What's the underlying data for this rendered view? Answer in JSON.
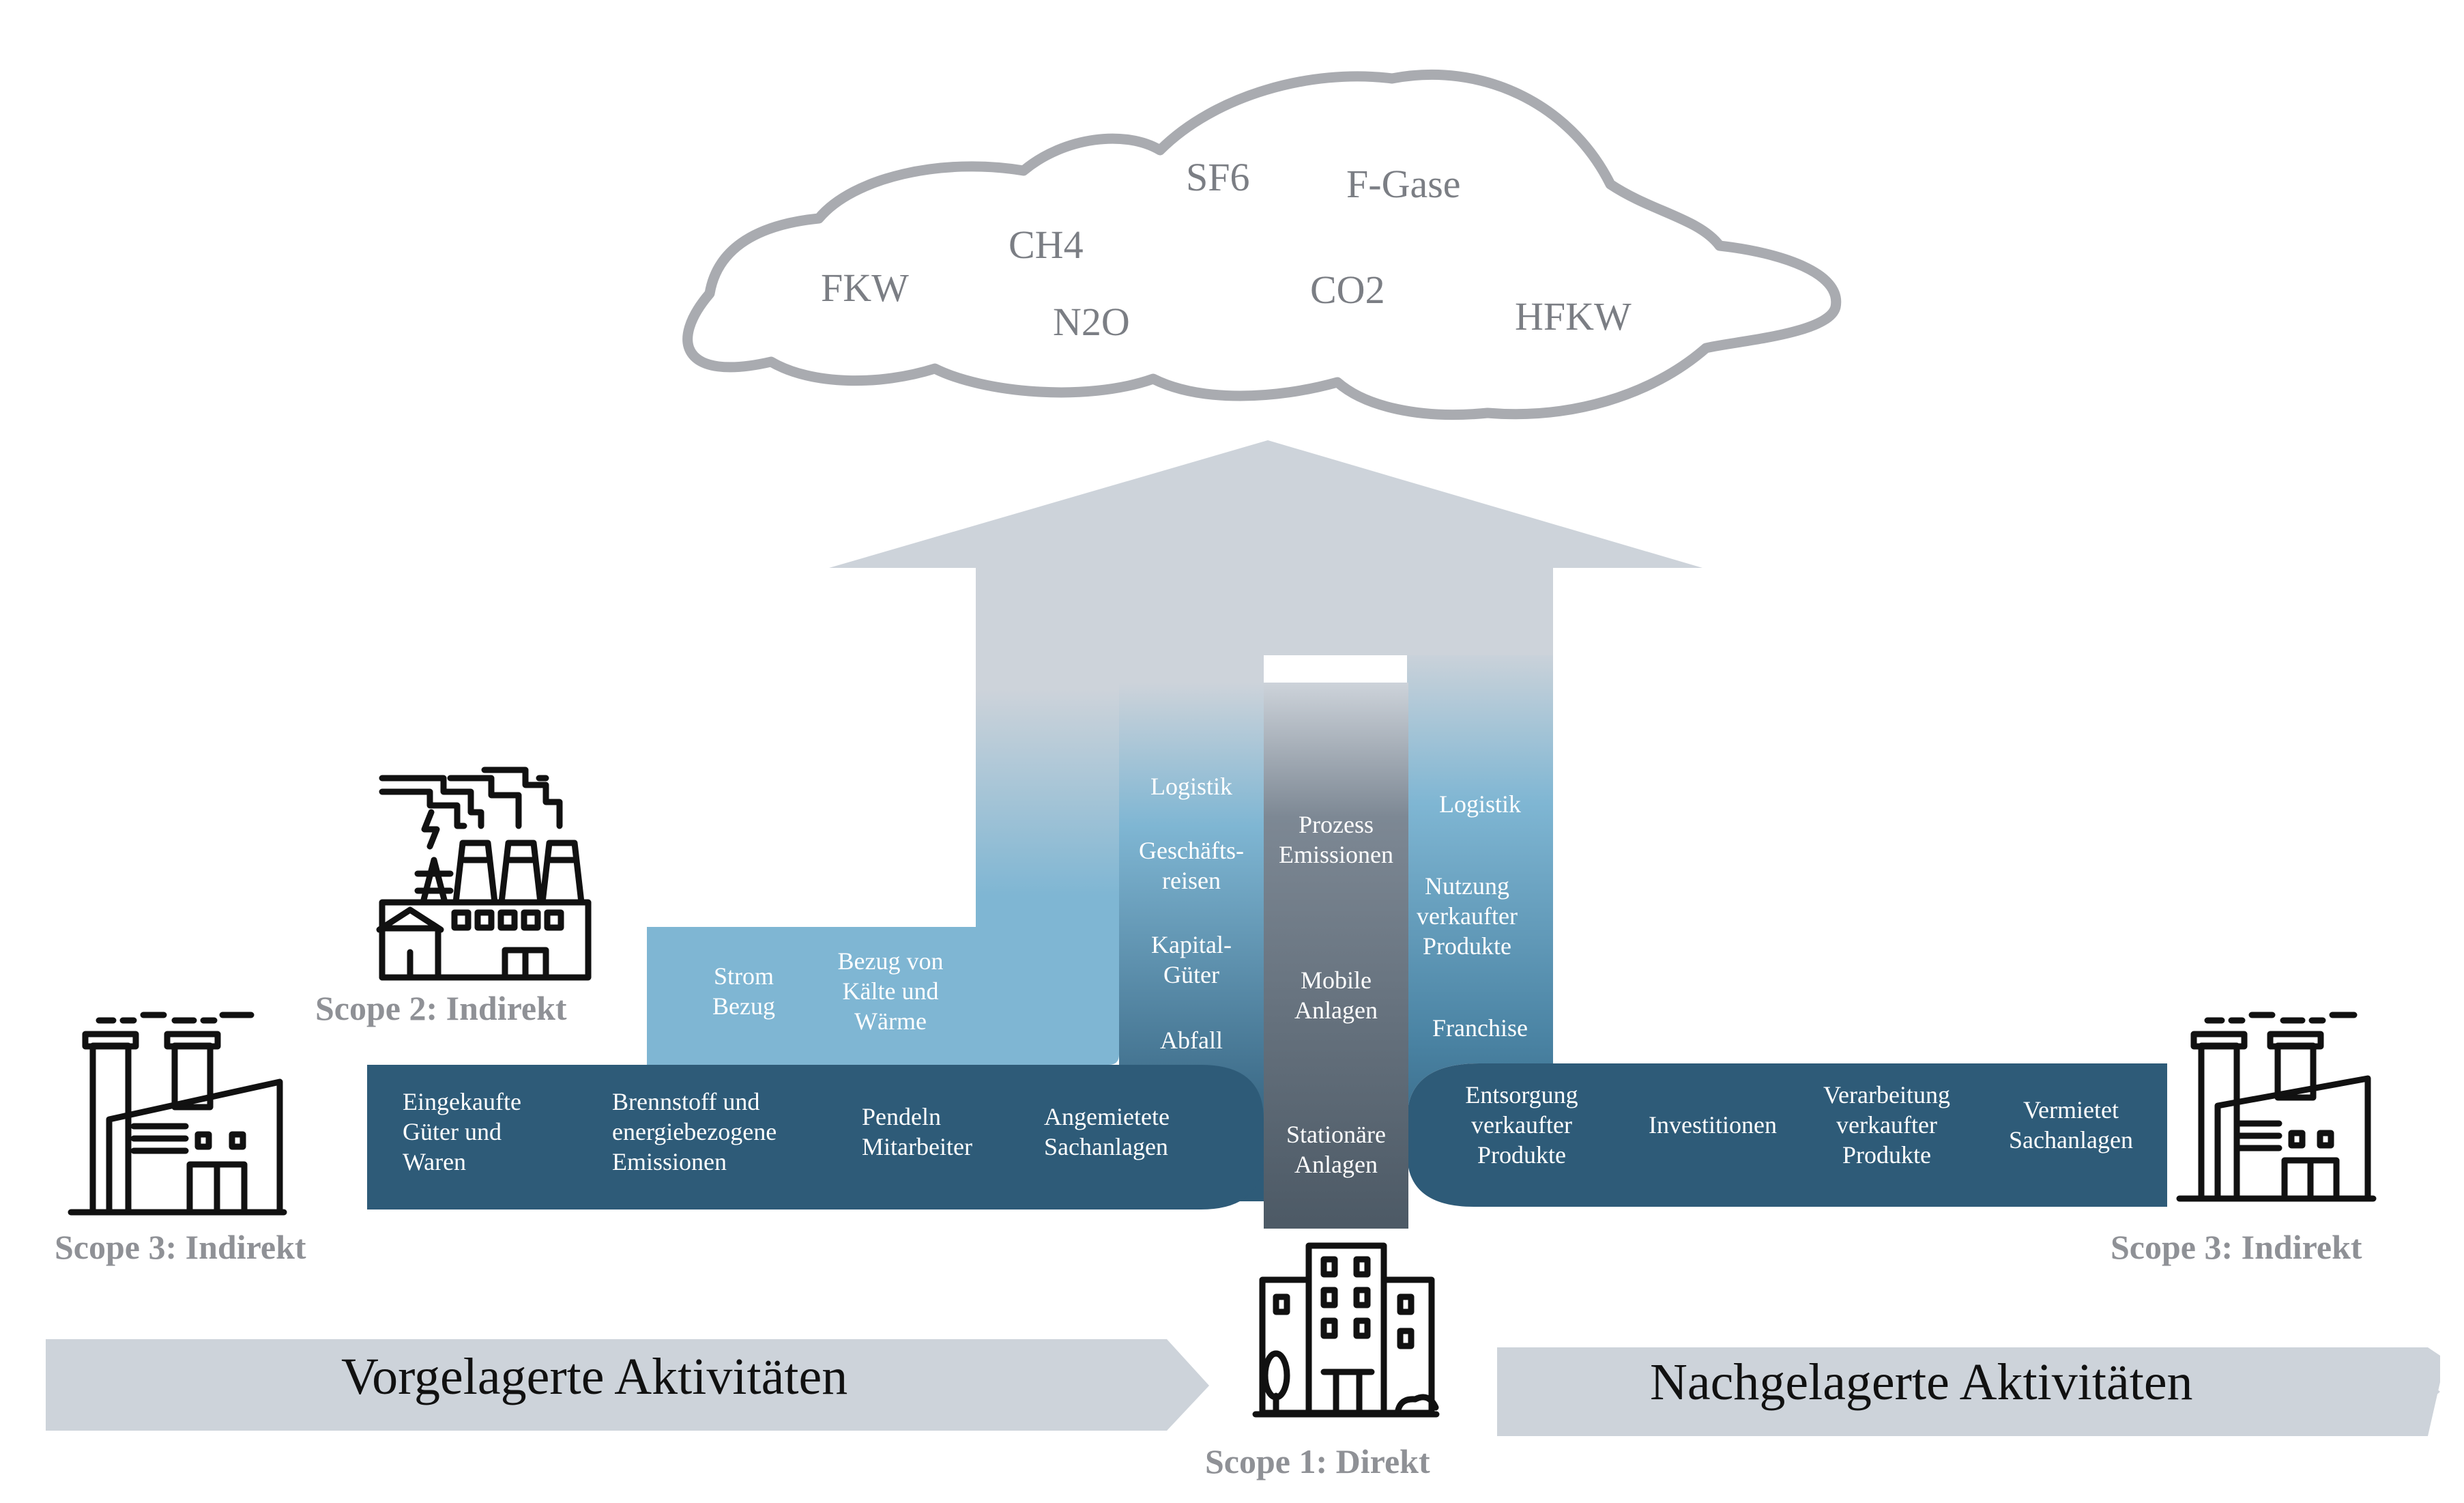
{
  "cloud": {
    "gases": [
      "FKW",
      "CH4",
      "N2O",
      "SF6",
      "F-Gase",
      "CO2",
      "HFKW"
    ]
  },
  "scope2": {
    "title": "Scope 2: Indirekt",
    "items": [
      "Strom\nBezug",
      "Bezug von\nKälte und\nWärme"
    ]
  },
  "scope3_left": {
    "title": "Scope 3: Indirekt",
    "items": [
      "Eingekaufte\nGüter und\nWaren",
      "Brennstoff und\nenergiebezogene\nEmissionen",
      "Pendeln\nMitarbeiter",
      "Angemietete\nSachanlagen"
    ],
    "column": [
      "Logistik",
      "Geschäfts-\nreisen",
      "Kapital-\nGüter",
      "Abfall"
    ]
  },
  "scope1": {
    "title": "Scope 1: Direkt",
    "items": [
      "Prozess\nEmissionen",
      "Mobile\nAnlagen",
      "Stationäre\nAnlagen"
    ]
  },
  "scope3_right": {
    "title": "Scope 3: Indirekt",
    "items": [
      "Entsorgung\nverkaufter\nProdukte",
      "Investitionen",
      "Verarbeitung\nverkaufter\nProdukte",
      "Vermietet\nSachanlagen"
    ],
    "column": [
      "Logistik",
      "Nutzung\nverkaufter\nProdukte",
      "Franchise"
    ]
  },
  "banners": {
    "upstream": "Vorgelagerte Aktivitäten",
    "downstream": "Nachgelagerte Aktivitäten"
  },
  "colors": {
    "dark_teal": "#2e5b78",
    "light_blue": "#7fb6d3",
    "slate": "#4d5a66",
    "arrow_gray": "#cdd3da",
    "cloud_stroke": "#a9abb0",
    "label_gray": "#8f9196"
  },
  "icons": {
    "scope2": "power-plant-icon",
    "scope3": "factory-icon",
    "scope1": "office-building-icon"
  }
}
